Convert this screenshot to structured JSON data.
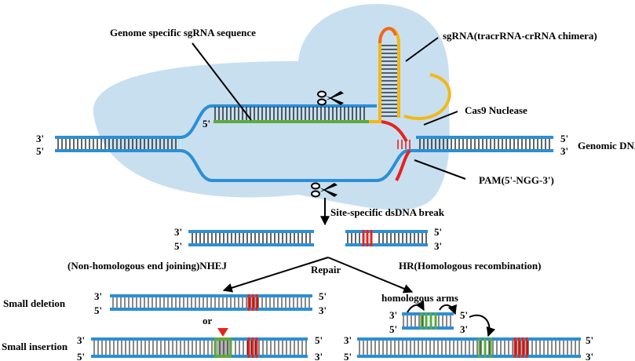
{
  "labels": {
    "sgrna_sequence": "Genome specific sgRNA sequence",
    "sgrna_chimera": "sgRNA(tracrRNA-crRNA chimera)",
    "cas9": "Cas9 Nuclease",
    "genomic_dna": "Genomic DNA",
    "pam": "PAM(5'-NGG-3')",
    "break": "Site-specific dsDNA break",
    "nhej": "(Non-homologous end joining)NHEJ",
    "repair": "Repair",
    "hr": "HR(Homologous recombination)",
    "small_deletion": "Small deletion",
    "small_insertion": "Small insertion",
    "homologous_arms": "homologous arms",
    "or": "or"
  },
  "ends": {
    "three": "3'",
    "five": "5'"
  },
  "colors": {
    "dna": "#2a8fd6",
    "cas9_blob": "#c8dff0",
    "guide": "#5aab3c",
    "sgrna": "#f2b818",
    "sgrna_tip": "#ef6a1c",
    "pam": "#e5231f",
    "insertion": "#9a9a9a",
    "arrow_red": "#e5231f"
  },
  "icons": {
    "scissors_top": "scissors-icon",
    "scissors_bottom": "scissors-icon"
  }
}
